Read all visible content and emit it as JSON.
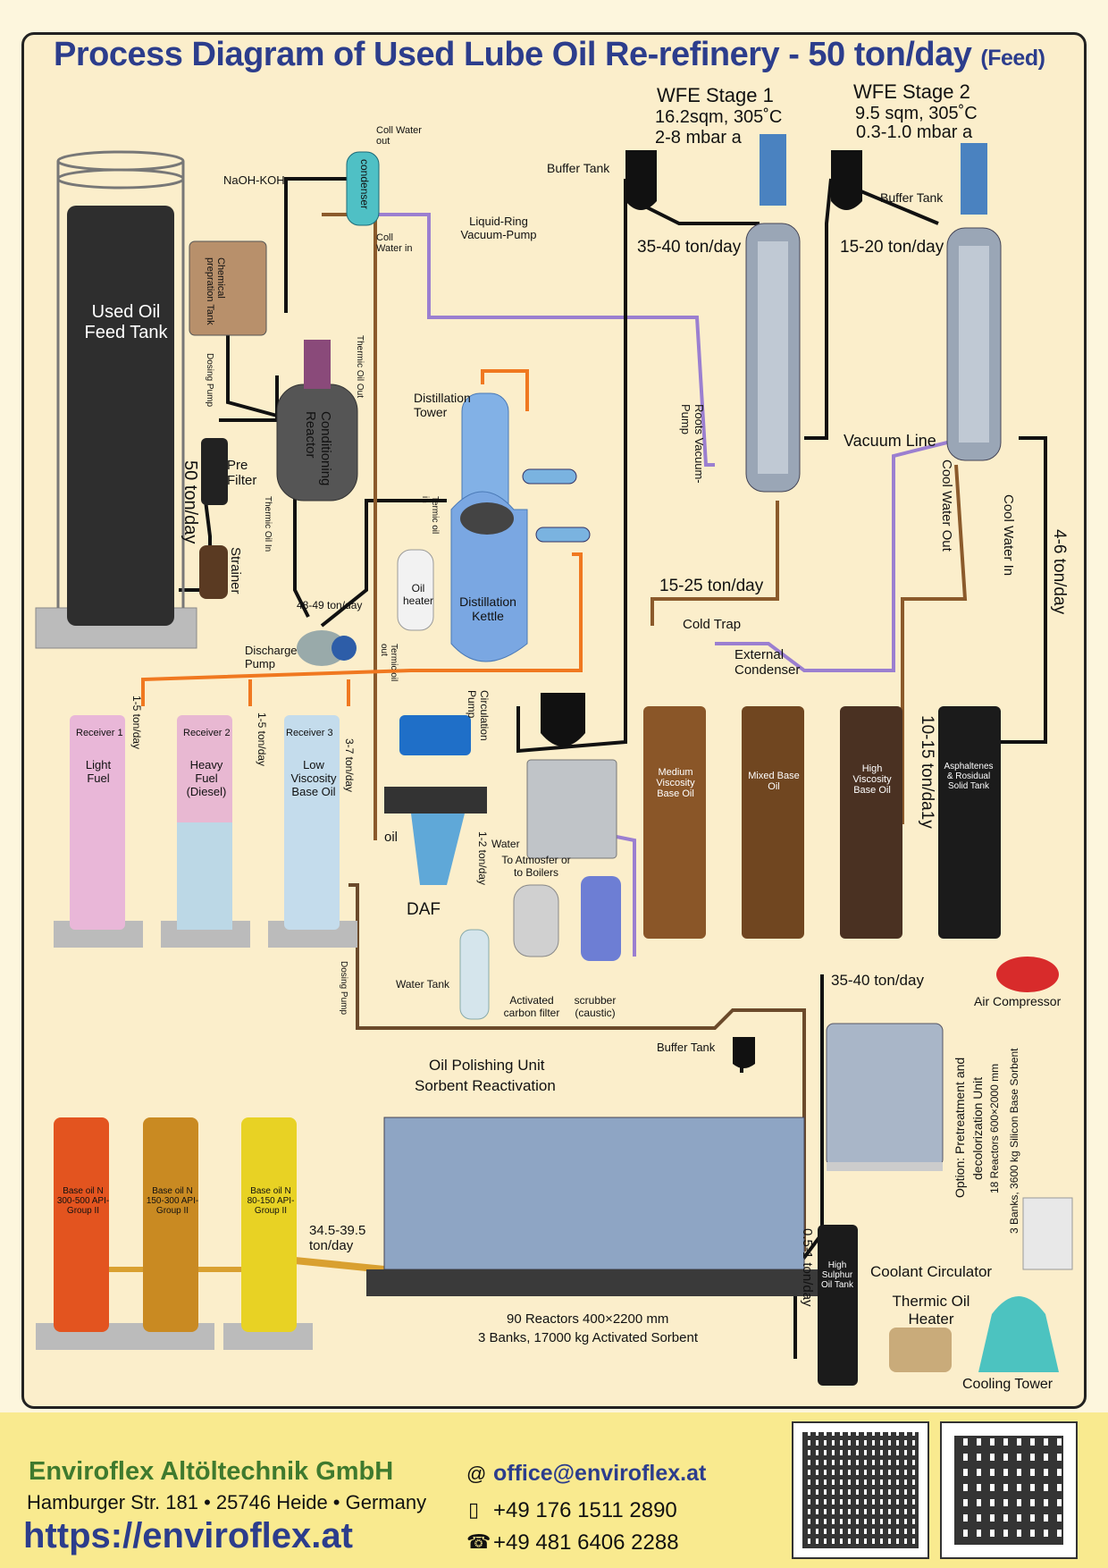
{
  "title": {
    "main": "Process Diagram of Used Lube Oil Re-refinery - 50 ton/day",
    "suffix": "(Feed)"
  },
  "wfe1": {
    "name": "WFE Stage 1",
    "spec1": "16.2sqm, 305˚C",
    "spec2": "2-8 mbar a"
  },
  "wfe2": {
    "name": "WFE Stage 2",
    "spec1": "9.5 sqm, 305˚C",
    "spec2": "0.3-1.0 mbar a"
  },
  "labels": {
    "feed_tank": "Used Oil Feed Tank",
    "naoh": "NaOH-KOH",
    "chem_tank": "Chemical prepration Tank",
    "dosing_pump": "Dosing Pump",
    "cond_reactor": "Conditioning Reactor",
    "pre_filter": "Pre Filter",
    "strainer": "Strainer",
    "feed_rate": "50 ton/day",
    "discharge_pump": "Discharge Pump",
    "rate_48": "48-49 ton/day",
    "thermic_out": "Thermic Oil Out",
    "thermic_in": "Thermic Oil In",
    "condenser": "condenser",
    "coll_out": "Coll Water out",
    "coll_in": "Coll Water in",
    "lr_pump": "Liquid-Ring Vacuum-Pump",
    "buffer_tank": "Buffer Tank",
    "rate_35_40": "35-40 ton/day",
    "rate_15_20": "15-20 ton/day",
    "dist_tower": "Distillation Tower",
    "dist_kettle": "Distillation Kettle",
    "oil_heater": "Oil heater",
    "circ_pump": "Circulation Pump",
    "roots_pump": "Roots Vacuum-Pump",
    "vacuum_line": "Vacuum Line",
    "cool_out": "Cool Water Out",
    "cool_in": "Cool Water In",
    "rate_4_6": "4-6 ton/day",
    "rate_15_25": "15-25 ton/day",
    "cold_trap": "Cold Trap",
    "ext_condenser": "External Condenser",
    "rate_10_15": "10-15 ton/da1y",
    "receiver1": "Receiver 1",
    "receiver2": "Receiver 2",
    "receiver3": "Receiver 3",
    "light_fuel": "Light Fuel",
    "heavy_fuel": "Heavy Fuel (Diesel)",
    "low_visc": "Low Viscosity Base Oil",
    "rate_1_5a": "1-5 ton/day",
    "rate_1_5b": "1-5 ton/day",
    "rate_3_7": "3-7 ton/day",
    "med_visc": "Medium Viscosity Base Oil",
    "mixed_base": "Mixed Base Oil",
    "high_visc": "High Viscosity Base Oil",
    "asphaltenes": "Asphaltenes & Rosidual Solid Tank",
    "oil": "oil",
    "water": "Water",
    "daf": "DAF",
    "rate_1_2": "1-2 ton/day",
    "water_tank": "Water Tank",
    "to_atmos": "To Atmosfer or to Boilers",
    "act_carbon": "Activated carbon filter",
    "scrubber": "scrubber (caustic)",
    "air_comp": "Air Compressor",
    "rate_35_40b": "35-40 ton/day",
    "buffer_tank2": "Buffer Tank",
    "polishing": "Oil Polishing Unit",
    "reactivation": "Sorbent Reactivation",
    "option1": "Option: Pretreatment and",
    "option2": "decolorization Unit",
    "option3": "18 Reactors 600×2000 mm",
    "option4": "3 Banks, 3600 kg Silicon Base Sorbent",
    "base1": "Base oil N 300-500 API-Group II",
    "base2": "Base oil N 150-300 API-Group II",
    "base3": "Base oil N 80-150 API-Group II",
    "rate_34": "34.5-39.5 ton/day",
    "reactors90": "90 Reactors 400×2200 mm",
    "banks3": "3 Banks, 17000 kg Activated Sorbent",
    "rate_05_1": "0.5-1 ton/day",
    "high_sulphur": "High Sulphur Oil Tank",
    "coolant_circ": "Coolant Circulator",
    "thermic_heater": "Thermic Oil Heater",
    "cooling_tower": "Cooling Tower",
    "dosing_pump2": "Dosing Pump",
    "termic_in": "Termic oil in",
    "termic_out": "Termic oil out"
  },
  "footer": {
    "company": "Enviroflex Altöltechnik GmbH",
    "address": "Hamburger Str. 181 • 25746 Heide • Germany",
    "url": "https://enviroflex.at",
    "email": "office@enviroflex.at",
    "phone": "+49 176 1511 2890",
    "fax": "+49 481 6406 2288"
  },
  "colors": {
    "title": "#2c3d8c",
    "company": "#3f7a2e",
    "pipe_black": "#111111",
    "pipe_orange": "#f07820",
    "pipe_purple": "#9b7fd0",
    "pipe_brown": "#8b5a2b"
  }
}
